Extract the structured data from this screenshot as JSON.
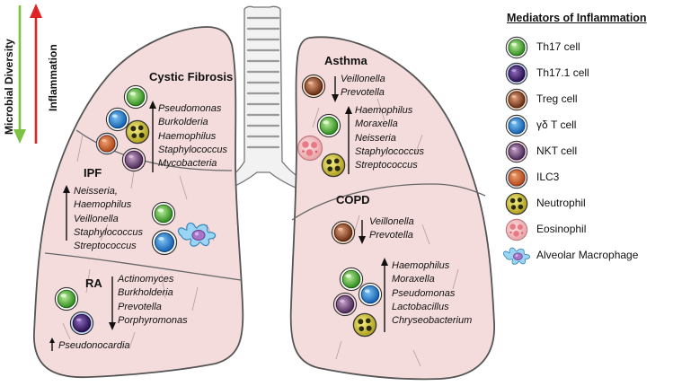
{
  "axes": {
    "diversity": "Microbial Diversity",
    "inflammation": "Inflammation"
  },
  "colors": {
    "lung_fill": "#f5dcdc",
    "lung_stroke": "#555555",
    "diversity_arrow": "#7dc242",
    "inflammation_arrow": "#e02424"
  },
  "regions": {
    "cystic_fibrosis": {
      "title": "Cystic Fibrosis",
      "direction": "up",
      "bacteria": [
        "Pseudomonas",
        "Burkolderia",
        "Haemophilus",
        "Staphylococcus",
        "Mycobacteria"
      ]
    },
    "ipf": {
      "title": "IPF",
      "direction": "up",
      "bacteria": [
        "Neisseria,",
        "Haemophilus",
        "Veillonella",
        "Staphylococcus",
        "Streptococcus"
      ]
    },
    "ra": {
      "title": "RA",
      "direction": "down",
      "bacteria": [
        "Actinomyces",
        "Burkholderia",
        "Prevotella",
        "Porphyromonas"
      ],
      "extra": "Pseudonocardia"
    },
    "asthma": {
      "title": "Asthma",
      "down_bacteria": [
        "Veillonella",
        "Prevotella"
      ],
      "up_bacteria": [
        "Haemophilus",
        "Moraxella",
        "Neisseria",
        "Staphylococcus",
        "Streptococcus"
      ]
    },
    "copd": {
      "title": "COPD",
      "down_bacteria": [
        "Veillonella",
        "Prevotella"
      ],
      "up_bacteria": [
        "Haemophilus",
        "Moraxella",
        "Pseudomonas",
        "Lactobacillus",
        "Chryseobacterium"
      ]
    }
  },
  "legend": {
    "title": "Mediators of Inflammation",
    "items": [
      {
        "label": "Th17 cell",
        "icon": "th17-cell-icon"
      },
      {
        "label": "Th17.1 cell",
        "icon": "th17-1-cell-icon"
      },
      {
        "label": "Treg cell",
        "icon": "treg-cell-icon"
      },
      {
        "label": "γδ T cell",
        "icon": "gamma-delta-t-cell-icon"
      },
      {
        "label": "NKT cell",
        "icon": "nkt-cell-icon"
      },
      {
        "label": "ILC3",
        "icon": "ilc3-icon"
      },
      {
        "label": "Neutrophil",
        "icon": "neutrophil-icon"
      },
      {
        "label": "Eosinophil",
        "icon": "eosinophil-icon"
      },
      {
        "label": "Alveolar Macrophage",
        "icon": "alveolar-macrophage-icon"
      }
    ]
  }
}
